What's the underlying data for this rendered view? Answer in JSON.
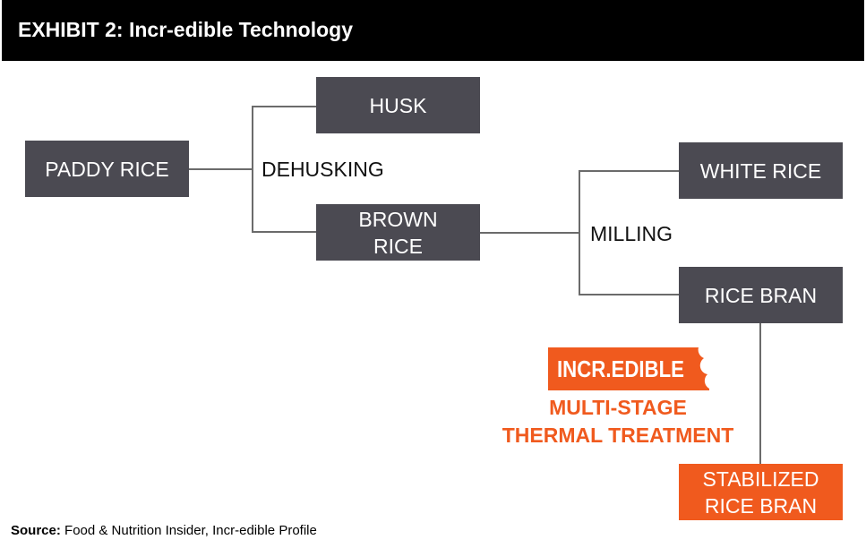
{
  "header": {
    "title": "EXHIBIT 2: Incr-edible Technology"
  },
  "nodes": {
    "paddy_rice": "PADDY RICE",
    "husk": "HUSK",
    "brown_rice": "BROWN\nRICE",
    "white_rice": "WHITE RICE",
    "rice_bran": "RICE BRAN",
    "stabilized_rice_bran": "STABILIZED\nRICE BRAN"
  },
  "processes": {
    "dehusking": "DEHUSKING",
    "milling": "MILLING"
  },
  "logo": {
    "text": "INCR.EDIBLE"
  },
  "treatment": {
    "line1": "MULTI-STAGE",
    "line2": "THERMAL TREATMENT"
  },
  "source": {
    "label": "Source:",
    "text": "Food & Nutrition Insider, Incr-edible Profile"
  },
  "colors": {
    "node": "#4b4a52",
    "accent": "#f05a1e",
    "header": "#000000",
    "connector": "#6b6b6b"
  }
}
